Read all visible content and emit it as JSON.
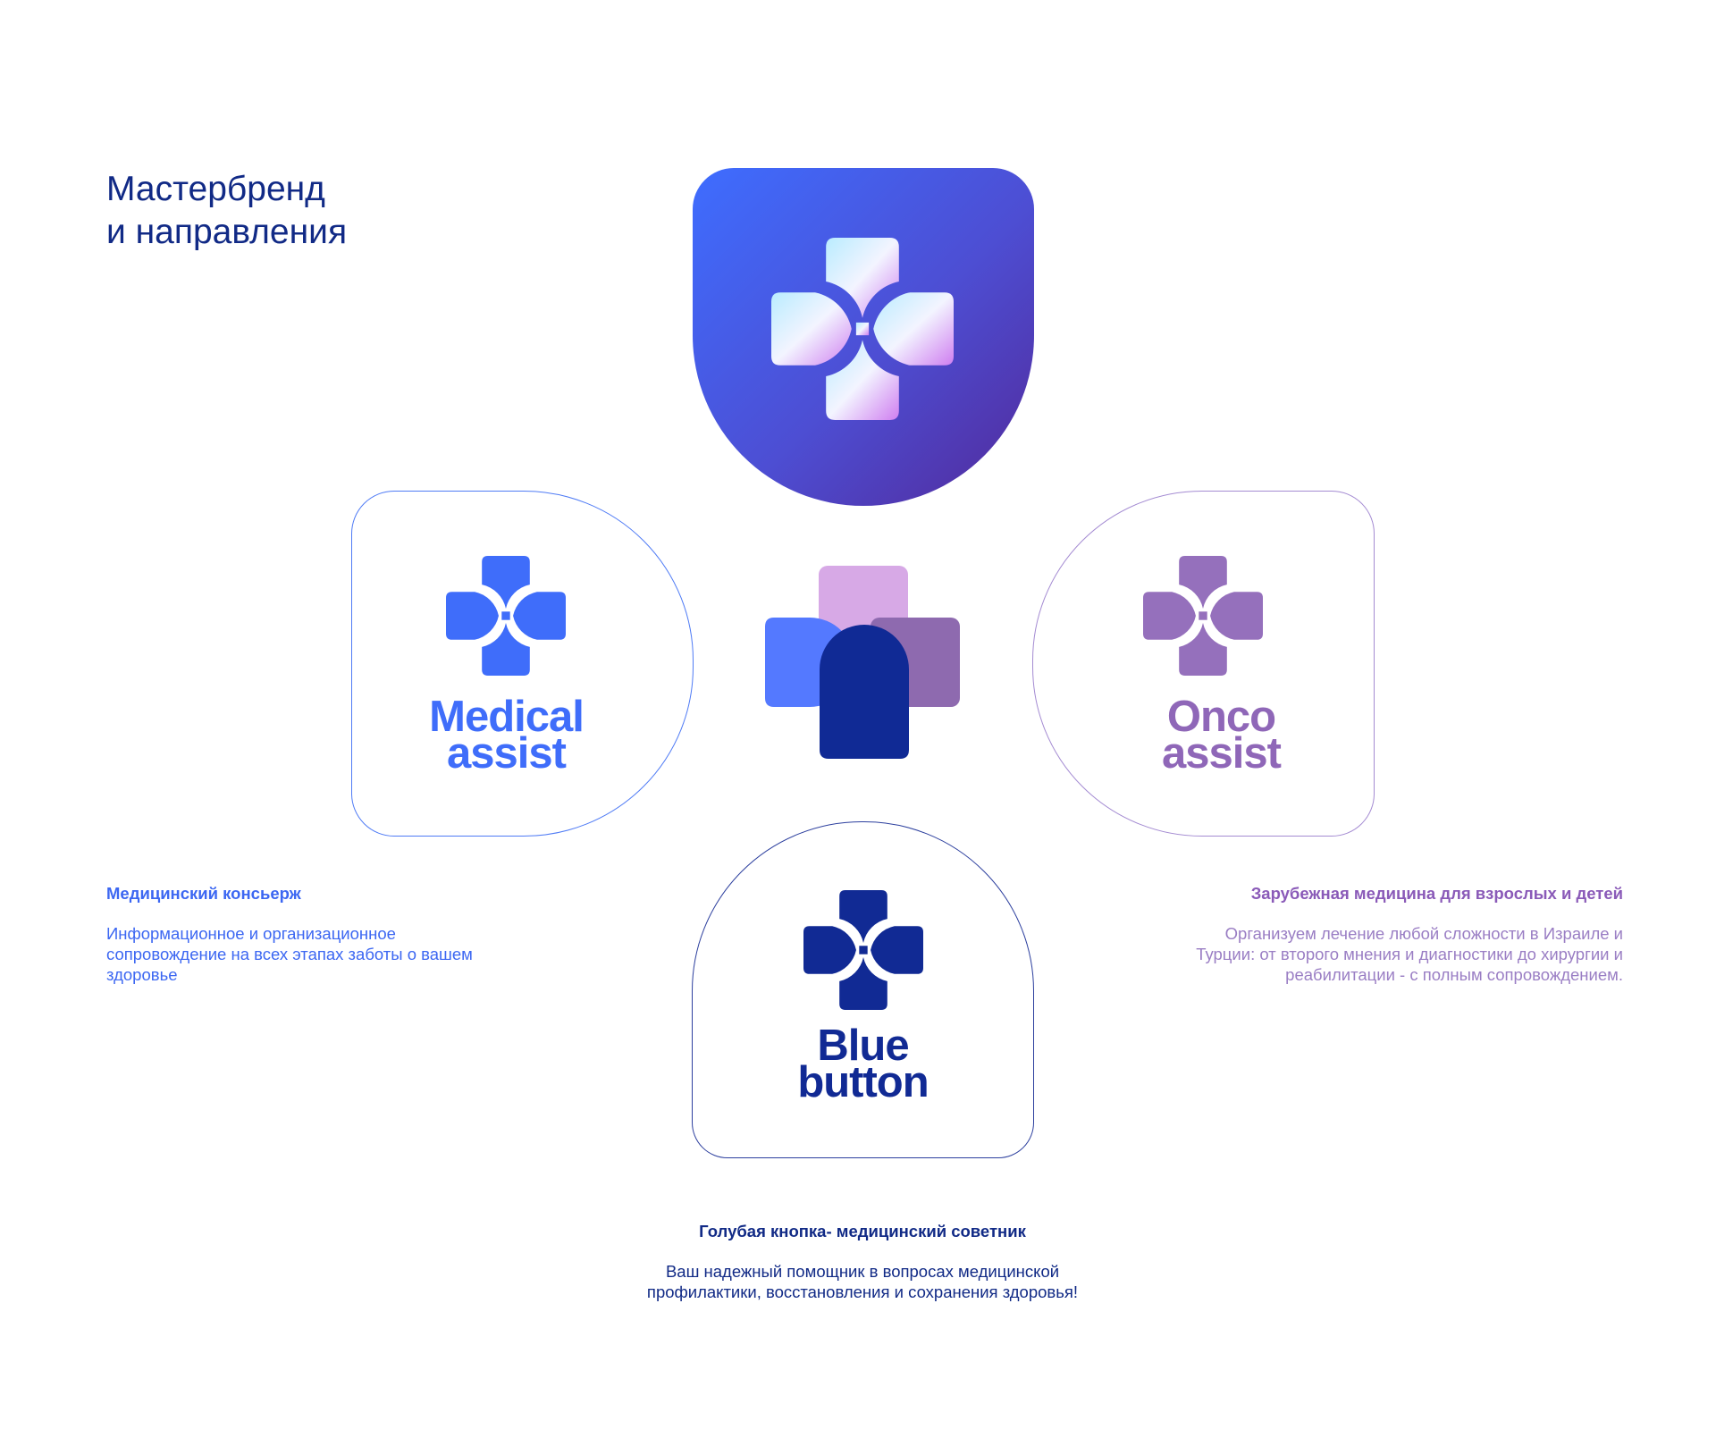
{
  "page": {
    "title_line1": "Мастербренд",
    "title_line2": "и направления"
  },
  "brands": {
    "medical": {
      "name_line1": "Medical",
      "name_line2": "assist",
      "color": "#3f6dfa",
      "heading": "Медицинский консьерж",
      "body": "Информационное и организационное сопровождение на всех этапах заботы о вашем здоровье"
    },
    "onco": {
      "name_line1": "Onco",
      "name_line2": "assist",
      "color": "#8f67b8",
      "heading": "Зарубежная медицина для взрослых и детей",
      "body": "Организуем лечение любой сложности в Израиле и Турции: от второго мнения и диагностики до хирургии и реабилитации - с полным сопровождением."
    },
    "blue": {
      "name_line1": "Blue",
      "name_line2": "button",
      "color": "#112a94",
      "heading": "Голубая кнопка- медицинский советник",
      "body": "Ваш надежный помощник в вопросах медицинской профилактики, восстановления и сохранения здоровья!"
    }
  },
  "colors": {
    "master_gradient": [
      "#3e6dff",
      "#4d4ed3",
      "#52299a"
    ],
    "center_logo": [
      "#d7a9e6",
      "#5479ff",
      "#8e6aaf",
      "#102a95"
    ]
  },
  "icons": {
    "master": "medical-cross-icon",
    "medical": "medical-cross-icon",
    "onco": "medical-cross-icon",
    "blue": "medical-cross-icon",
    "center": "composite-cross-logo"
  }
}
